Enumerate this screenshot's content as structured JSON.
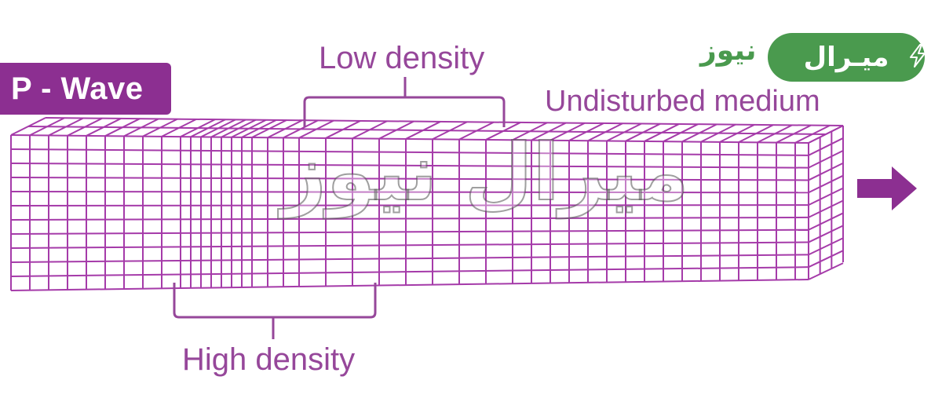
{
  "title": "P - Wave",
  "labels": {
    "low_density": "Low density",
    "undisturbed": "Undisturbed medium",
    "high_density": "High density"
  },
  "logo": {
    "pill_text": "ميـرال",
    "word": "نيوز",
    "icon": "lightning-bolt-icon"
  },
  "watermark": "ميرال نيوز",
  "colors": {
    "grid": "#a53ba9",
    "badge": "#8c2f91",
    "label": "#96479a",
    "arrow": "#8c2f91",
    "logo_green": "#4a9a4e"
  },
  "icons": {
    "direction": "arrow-right-icon"
  }
}
